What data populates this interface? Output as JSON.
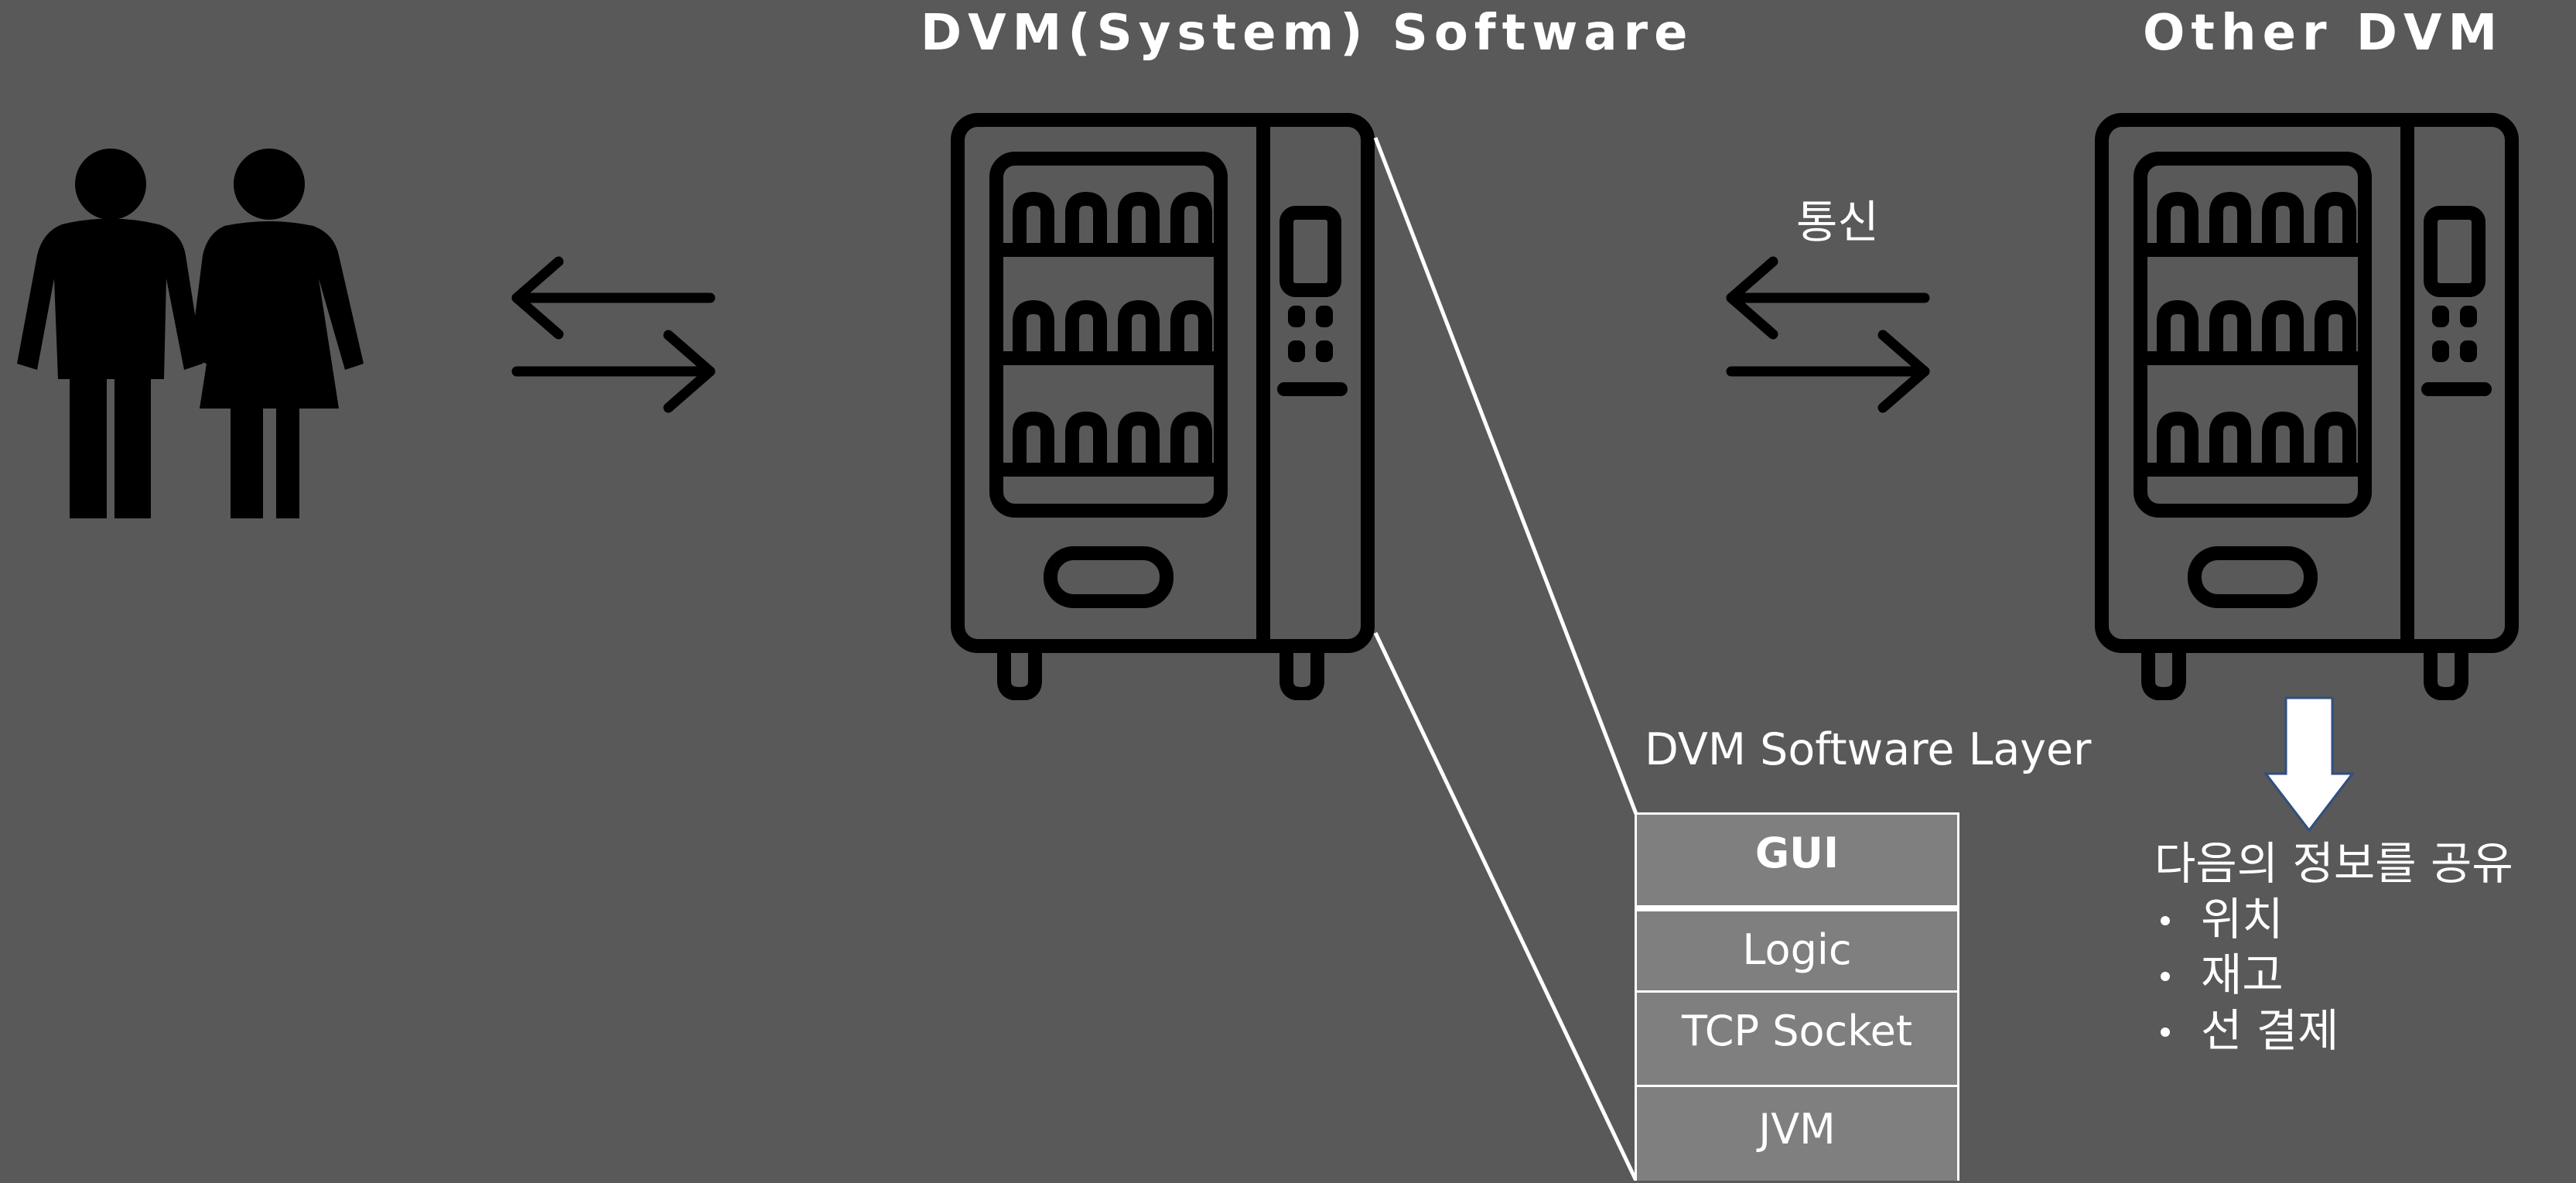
{
  "diagram": {
    "title_main": "DVM(System) Software",
    "title_other": "Other DVM",
    "comm_label": "통신",
    "layer_title": "DVM Software Layer",
    "layers": [
      "GUI",
      "Logic",
      "TCP Socket",
      "JVM"
    ],
    "share_heading": "다음의 정보를 공유",
    "share_items": [
      "위치",
      "재고",
      "선 결제"
    ]
  },
  "colors": {
    "background": "#595959",
    "icon": "#000000",
    "text": "#ffffff",
    "layer_fill": "#7f7f7f"
  },
  "icons": [
    "people-icon",
    "exchange-arrows-icon",
    "vending-machine-icon",
    "down-arrow-icon"
  ]
}
